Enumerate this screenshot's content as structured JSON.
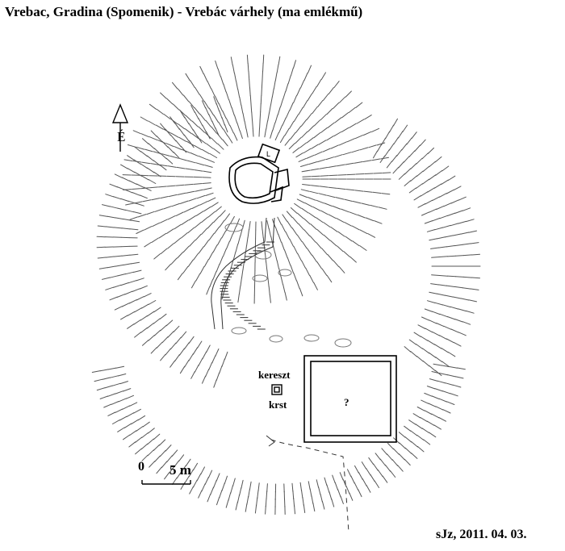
{
  "title": "Vrebac, Gradina (Spomenik) - Vrebác várhely (ma emlékmű)",
  "north_label": "É",
  "labels": {
    "cross_hu": "kereszt",
    "cross_hr": "krst",
    "unknown": "?"
  },
  "scale": {
    "zero": "0",
    "five": "5 m"
  },
  "signature": "sJz, 2011. 04. 03.",
  "icons": {
    "north_arrow": "north-arrow-icon",
    "cross": "cross-marker-icon",
    "monument": "monument-icon"
  },
  "colors": {
    "ink": "#000000",
    "hatch": "#555555",
    "background": "#ffffff"
  }
}
